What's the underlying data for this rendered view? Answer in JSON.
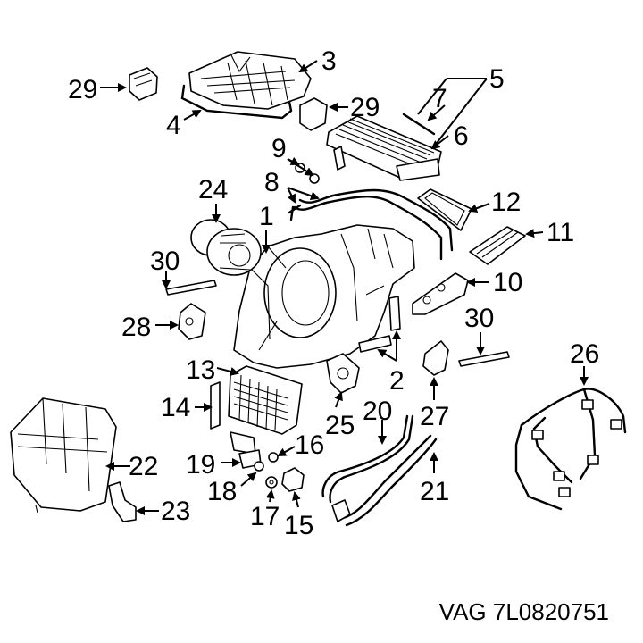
{
  "caption": "VAG 7L0820751",
  "callouts": [
    "1",
    "2",
    "3",
    "4",
    "5",
    "6",
    "7",
    "8",
    "9",
    "10",
    "11",
    "12",
    "13",
    "14",
    "15",
    "16",
    "17",
    "18",
    "19",
    "20",
    "21",
    "22",
    "23",
    "24",
    "25",
    "26",
    "27",
    "28",
    "29",
    "29",
    "30",
    "30"
  ]
}
